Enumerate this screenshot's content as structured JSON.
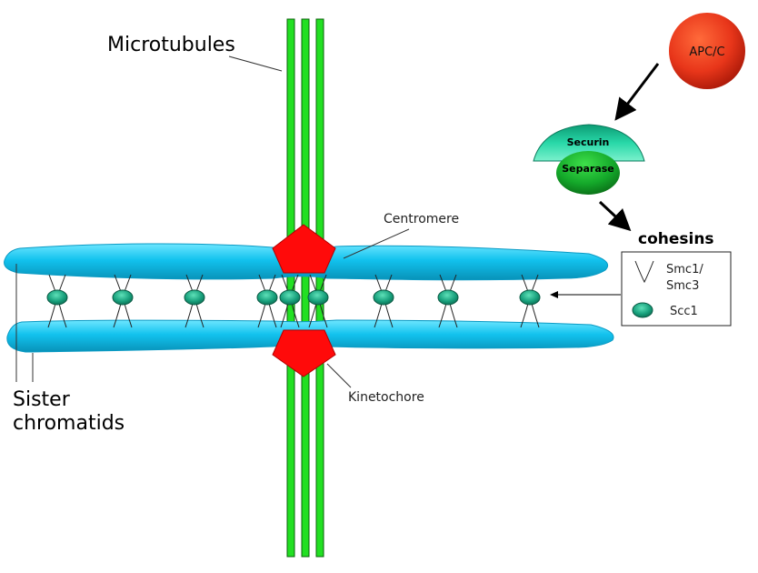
{
  "labels": {
    "microtubules": "Microtubules",
    "centromere": "Centromere",
    "kinetochore": "Kinetochore",
    "sister_line1": "Sister",
    "sister_line2": "chromatids",
    "apc": "APC/C",
    "securin": "Securin",
    "separase": "Separase",
    "cohesins_title": "cohesins",
    "smc_line1": "Smc1/",
    "smc_line2": "Smc3",
    "scc1": "Scc1"
  },
  "colors": {
    "microtubule": "#22e022",
    "chromatid": "#1cc4ec",
    "kinetochore": "#ff0a0a",
    "cohesin_ring": "#1a9a78",
    "apc": "#e8361a",
    "securin": "#16c898",
    "separase": "#14a82a"
  }
}
